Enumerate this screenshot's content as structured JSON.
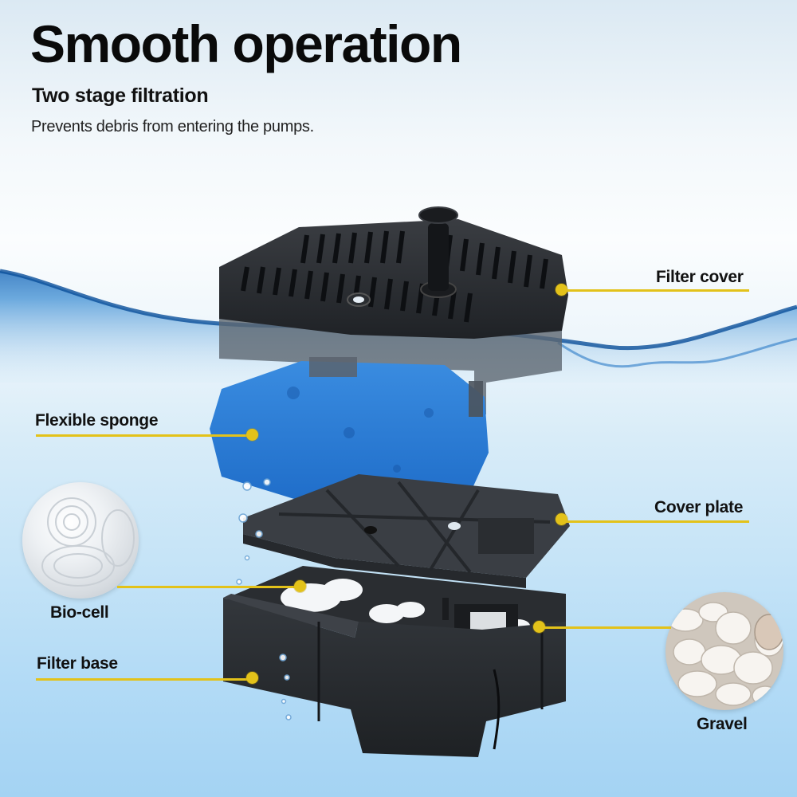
{
  "header": {
    "title": "Smooth operation",
    "subtitle": "Two stage filtration",
    "description": "Prevents debris from entering the pumps."
  },
  "callouts": [
    {
      "id": "filter-cover",
      "label": "Filter cover",
      "side": "right"
    },
    {
      "id": "flexible-sponge",
      "label": "Flexible sponge",
      "side": "left"
    },
    {
      "id": "cover-plate",
      "label": "Cover plate",
      "side": "right"
    },
    {
      "id": "bio-cell",
      "label": "Bio-cell",
      "side": "left"
    },
    {
      "id": "filter-base",
      "label": "Filter base",
      "side": "left"
    },
    {
      "id": "gravel",
      "label": "Gravel",
      "side": "right"
    }
  ],
  "colors": {
    "accent_yellow": "#e3c21a",
    "sponge_blue": "#2f7fd6",
    "plastic_black": "#2b2e33",
    "background_top": "#f3f8fb",
    "background_bottom": "#a4d3f3"
  }
}
